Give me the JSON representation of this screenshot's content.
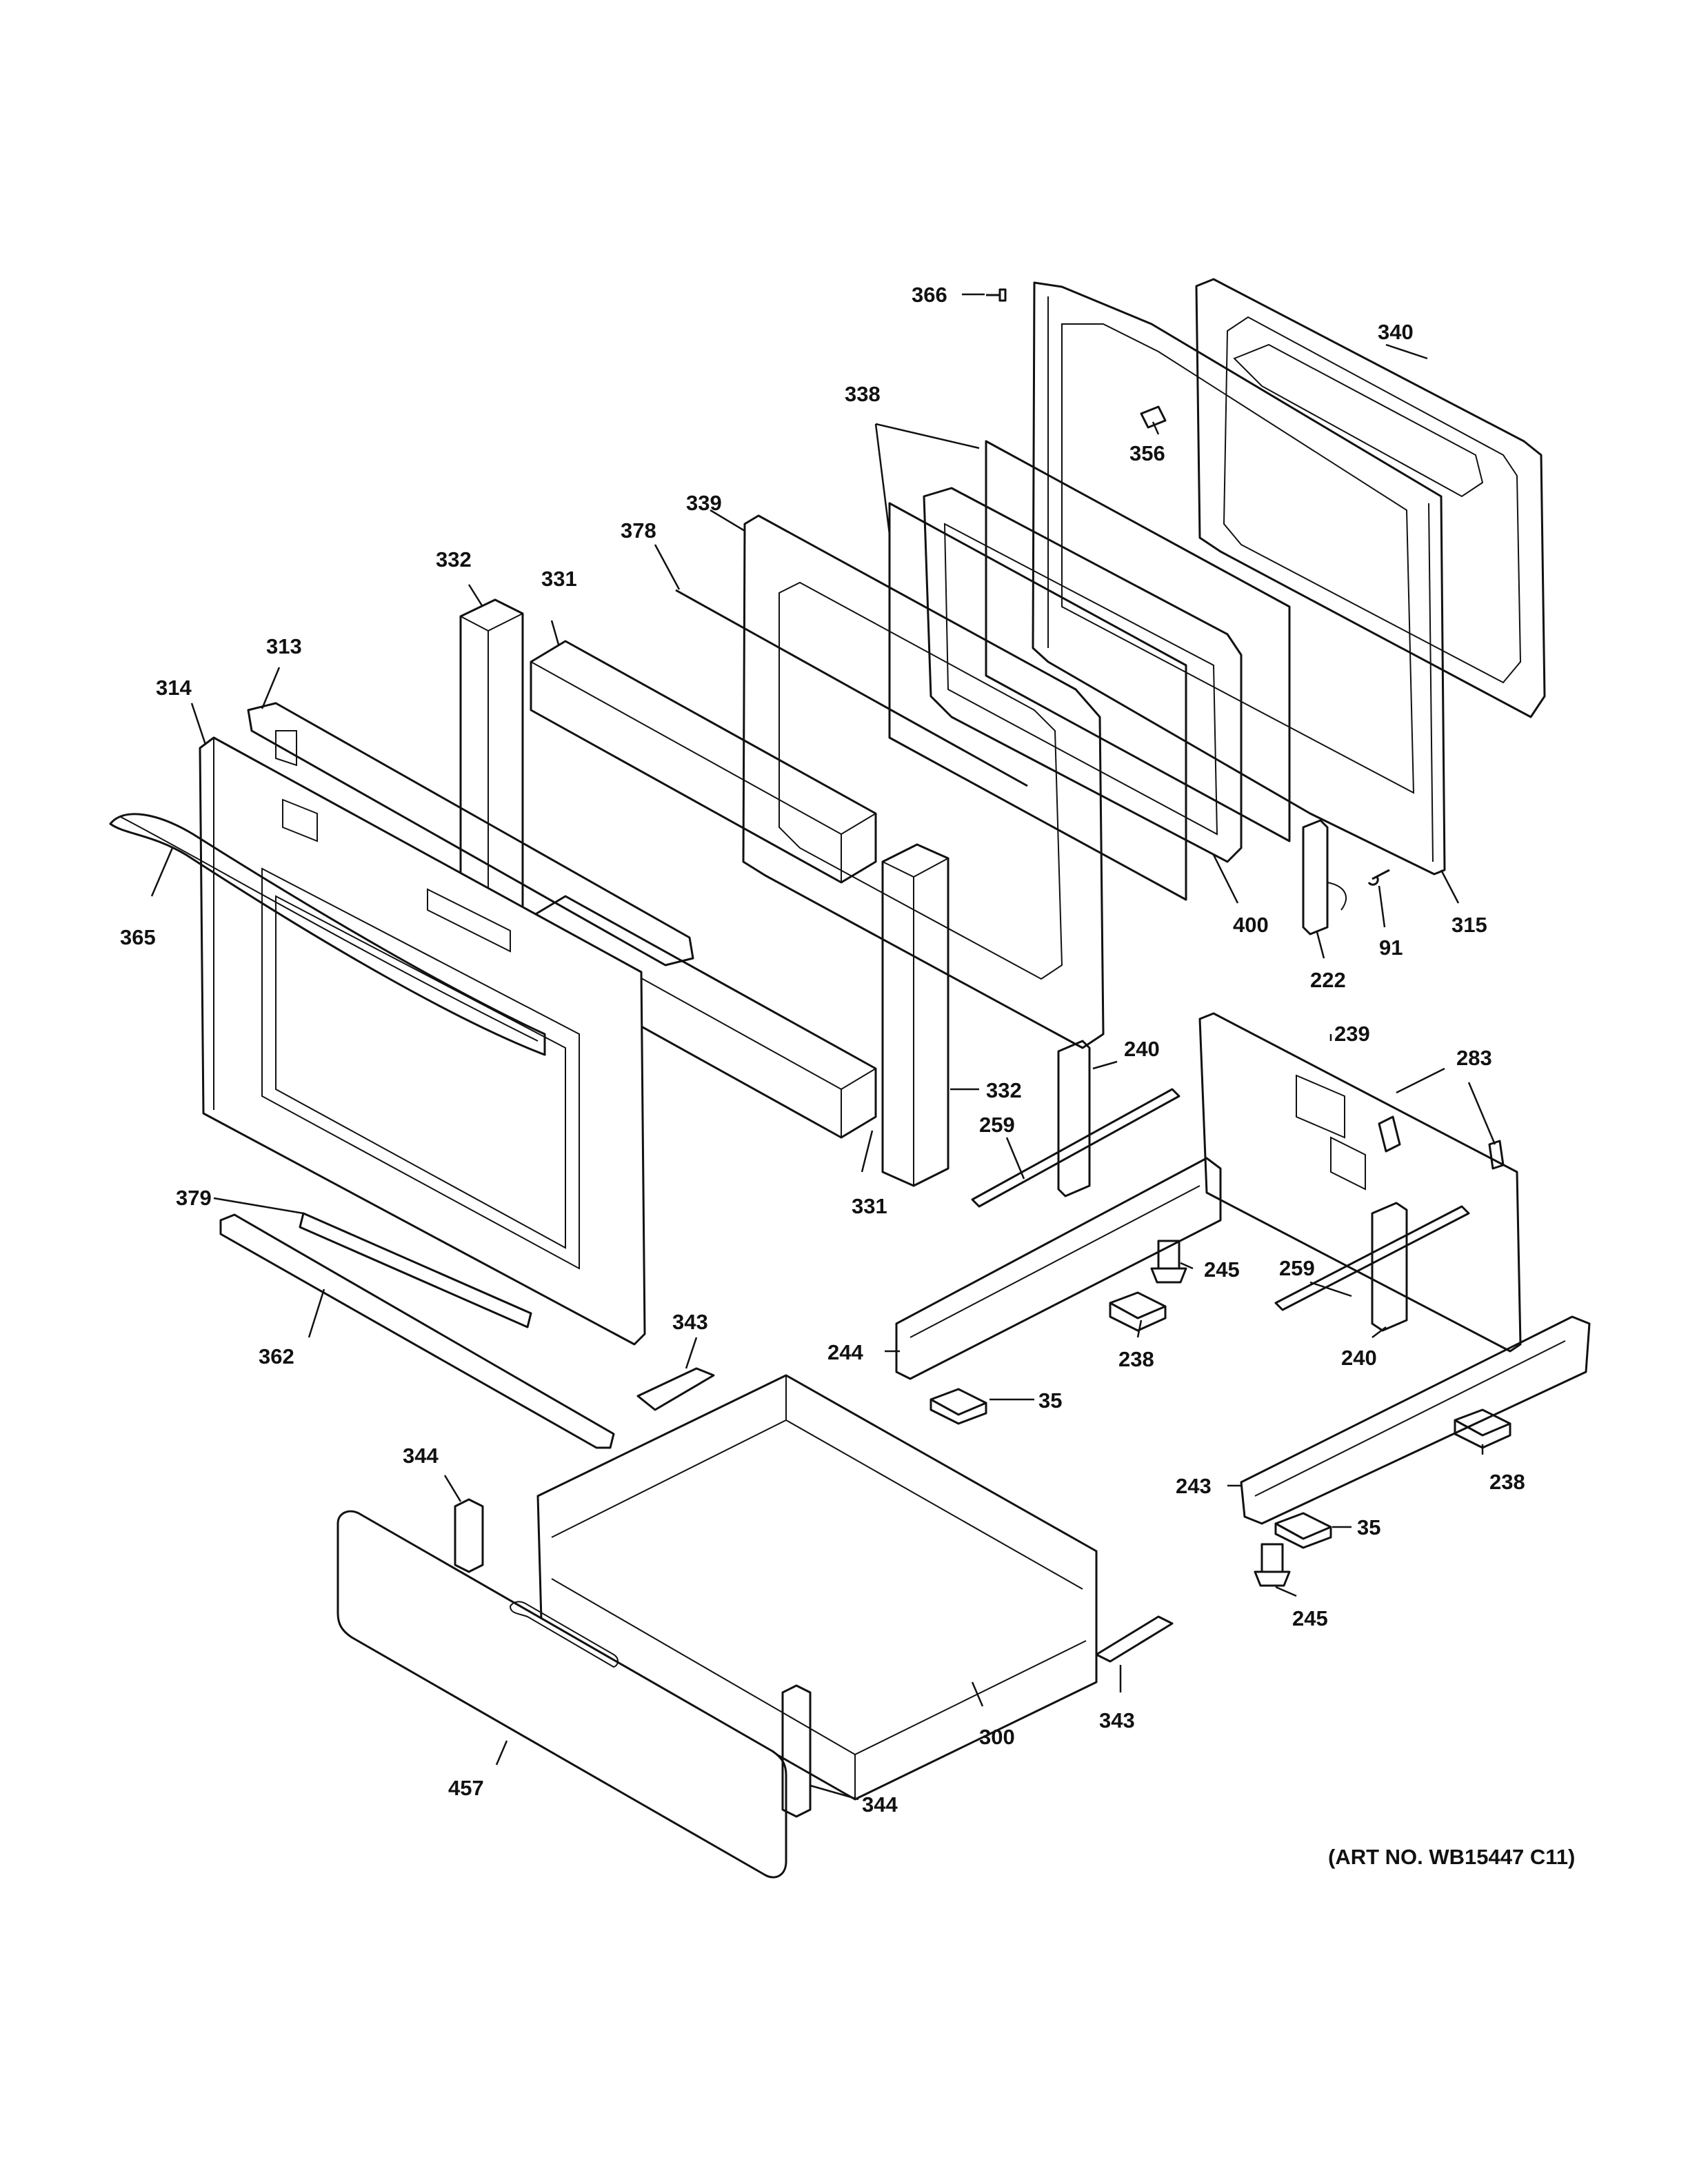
{
  "art_number": "(ART NO. WB15447 C11)",
  "callouts": {
    "c366": "366",
    "c340": "340",
    "c356": "356",
    "c338": "338",
    "c339": "339",
    "c378": "378",
    "c332a": "332",
    "c331a": "331",
    "c313": "313",
    "c314": "314",
    "c365": "365",
    "c400": "400",
    "c91": "91",
    "c315": "315",
    "c222": "222",
    "c239": "239",
    "c283": "283",
    "c240a": "240",
    "c332b": "332",
    "c259a": "259",
    "c331b": "331",
    "c245a": "245",
    "c379": "379",
    "c238a": "238",
    "c259b": "259",
    "c240b": "240",
    "c244": "244",
    "c362": "362",
    "c343a": "343",
    "c35a": "35",
    "c344a": "344",
    "c243": "243",
    "c238b": "238",
    "c35b": "35",
    "c245b": "245",
    "c343b": "343",
    "c300": "300",
    "c457": "457",
    "c344b": "344"
  }
}
